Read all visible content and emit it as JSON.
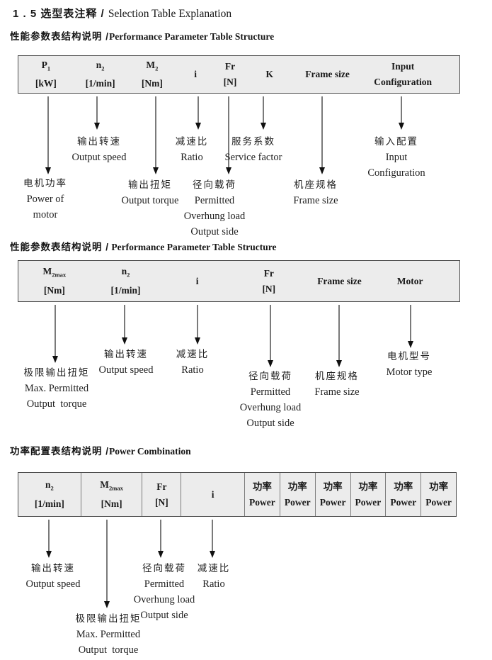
{
  "title": {
    "zh": "1 . 5 选型表注释 / ",
    "en": "Selection Table Explanation"
  },
  "sections": [
    {
      "heading": {
        "zh": "性能参数表结构说明 /",
        "en": "Performance Parameter Table Structure"
      },
      "columns": [
        {
          "top": "P",
          "sub": "1",
          "bottom": "[kW]"
        },
        {
          "top": "n",
          "sub": "2",
          "bottom": "[1/min]"
        },
        {
          "top": "M",
          "sub": "2",
          "bottom": "[Nm]"
        },
        {
          "top": "i"
        },
        {
          "top": "Fr",
          "bottom": "[N]"
        },
        {
          "top": "K"
        },
        {
          "top": "Frame size"
        },
        {
          "top": "Input",
          "bottom": "Configuration"
        }
      ],
      "labels": [
        {
          "lines": [
            "电机功率",
            "Power of",
            "motor"
          ]
        },
        {
          "lines": [
            "输出转速",
            "Output speed"
          ]
        },
        {
          "lines": [
            "输出扭矩",
            "Output torque"
          ]
        },
        {
          "lines": [
            "减速比",
            "Ratio"
          ]
        },
        {
          "lines": [
            "径向载荷",
            "Permitted",
            "Overhung load",
            "Output side"
          ]
        },
        {
          "lines": [
            "服务系数",
            "Service factor"
          ]
        },
        {
          "lines": [
            "机座规格",
            "Frame size"
          ]
        },
        {
          "lines": [
            "输入配置",
            "Input",
            "Configuration"
          ]
        }
      ]
    },
    {
      "heading": {
        "zh": "性能参数表结构说明 /",
        "en": " Performance Parameter Table Structure"
      },
      "columns": [
        {
          "top": "M",
          "sub": "2max",
          "bottom": "[Nm]"
        },
        {
          "top": "n",
          "sub": "2",
          "bottom": "[1/min]"
        },
        {
          "top": "i"
        },
        {
          "top": "Fr",
          "bottom": "[N]"
        },
        {
          "top": "Frame size"
        },
        {
          "top": "Motor"
        }
      ],
      "labels": [
        {
          "lines": [
            "极限输出扭矩",
            "Max. Permitted",
            "Output  torque"
          ]
        },
        {
          "lines": [
            "输出转速",
            "Output speed"
          ]
        },
        {
          "lines": [
            "减速比",
            "Ratio"
          ]
        },
        {
          "lines": [
            "径向载荷",
            "Permitted",
            "Overhung load",
            "Output side"
          ]
        },
        {
          "lines": [
            "机座规格",
            "Frame size"
          ]
        },
        {
          "lines": [
            "电机型号",
            "Motor type"
          ]
        }
      ]
    },
    {
      "heading": {
        "zh": "功率配置表结构说明 /",
        "en": "Power Combination"
      },
      "columns": [
        {
          "top": "n",
          "sub": "2",
          "bottom": "[1/min]"
        },
        {
          "top": "M",
          "sub": "2max",
          "bottom": "[Nm]"
        },
        {
          "top": "Fr",
          "bottom": "[N]"
        },
        {
          "top": "i"
        },
        {
          "top": "功率",
          "bottom": "Power"
        },
        {
          "top": "功率",
          "bottom": "Power"
        },
        {
          "top": "功率",
          "bottom": "Power"
        },
        {
          "top": "功率",
          "bottom": "Power"
        },
        {
          "top": "功率",
          "bottom": "Power"
        },
        {
          "top": "功率",
          "bottom": "Power"
        }
      ],
      "labels": [
        {
          "lines": [
            "输出转速",
            "Output speed"
          ]
        },
        {
          "lines": [
            "极限输出扭矩",
            "Max. Permitted",
            "Output  torque"
          ]
        },
        {
          "lines": [
            "径向载荷",
            "Permitted",
            "Overhung load",
            "Output side"
          ]
        },
        {
          "lines": [
            "减速比",
            "Ratio"
          ]
        }
      ]
    }
  ]
}
